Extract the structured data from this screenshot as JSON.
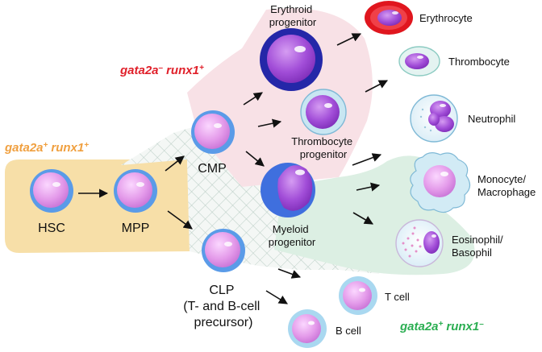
{
  "gene_labels": {
    "hsc_mpp": {
      "g1": "gata2a",
      "s1": "+",
      "g2": "runx1",
      "s2": "+",
      "color": "#F0A040"
    },
    "erythroid_myeloid": {
      "g1": "gata2a",
      "s1": "–",
      "g2": "runx1",
      "s2": "+",
      "color": "#E0202A"
    },
    "lymphoid_myeloid": {
      "g1": "gata2a",
      "s1": "+",
      "g2": "runx1",
      "s2": "–",
      "color": "#2BAE52"
    }
  },
  "cells": {
    "hsc": "HSC",
    "mpp": "MPP",
    "cmp": "CMP",
    "clp": [
      "CLP",
      "(T- and B-cell",
      "precursor)"
    ],
    "erythroid_progenitor": [
      "Erythroid",
      "progenitor"
    ],
    "thrombocyte_progenitor": [
      "Thrombocyte",
      "progenitor"
    ],
    "myeloid_progenitor": [
      "Myeloid",
      "progenitor"
    ],
    "t_cell": "T cell",
    "b_cell": "B cell",
    "erythrocyte": "Erythrocyte",
    "thrombocyte": "Thrombocyte",
    "neutrophil": "Neutrophil",
    "monocyte_macrophage": [
      "Monocyte/",
      "Macrophage"
    ],
    "eosinophil_basophil": [
      "Eosinophil/",
      "Basophil"
    ]
  },
  "colors": {
    "hsc_region": "#F7DFA8",
    "erythroid_region": "#F8E1E6",
    "lymphoid_region": "#DCEFE3",
    "cell_rim": "#5A9BE8",
    "cell_body": "#E49BEA",
    "erythroid_rim": "#2427A8",
    "myeloid_rim": "#3F6FDE",
    "erythrocyte_red": "#E0161E",
    "nucleus_purple": "#A24ED8"
  }
}
